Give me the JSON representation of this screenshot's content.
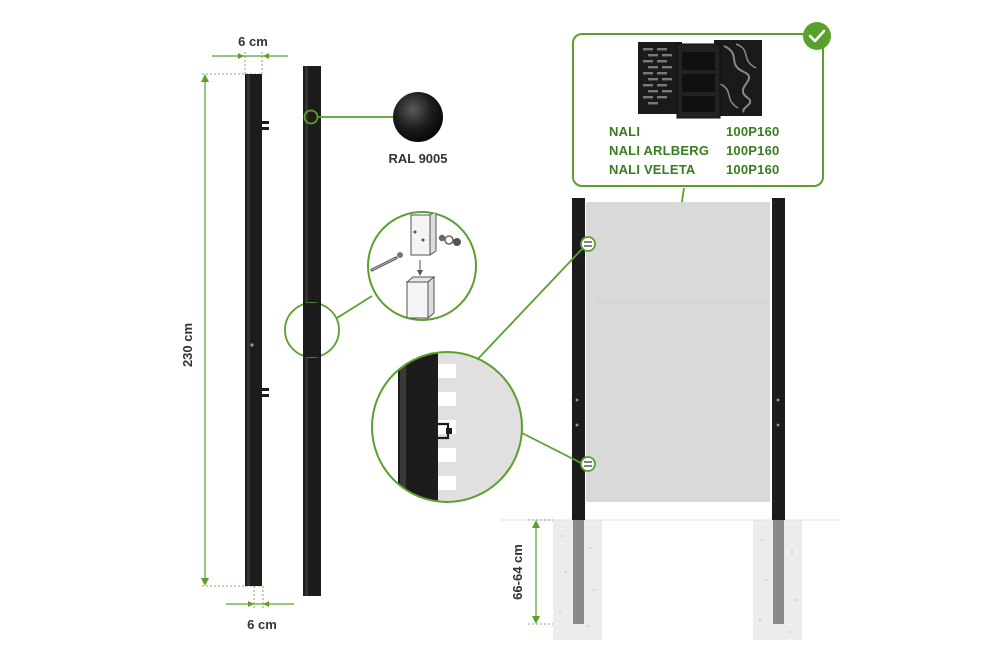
{
  "dimensions": {
    "post_width_top": "6 cm",
    "post_width_bottom": "6 cm",
    "post_height": "230 cm",
    "embed_depth": "66-64 cm"
  },
  "color_swatch": {
    "label": "RAL 9005",
    "hex": "#141414"
  },
  "gate_models": [
    {
      "name": "NALI",
      "code": "100P160"
    },
    {
      "name": "NALI ARLBERG",
      "code": "100P160"
    },
    {
      "name": "NALI VELETA",
      "code": "100P160"
    }
  ],
  "colors": {
    "accent_green": "#5aa02c",
    "post_black": "#1c1c1c",
    "gate_panel": "#d9d9d9",
    "concrete": "#e9e9e9"
  },
  "icons": [
    "check-circle-icon"
  ]
}
